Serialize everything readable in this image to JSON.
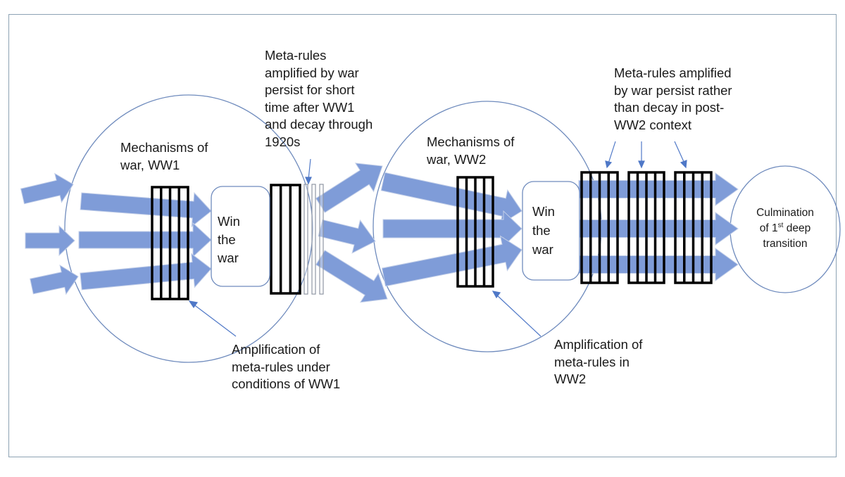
{
  "colors": {
    "arrow_fill": "#7f9cd8",
    "arrow_stroke": "#c3cfe8",
    "ellipse_stroke": "#6f8bbd",
    "frame_border": "#8da2b4",
    "bar_stroke": "#000000",
    "pointer_stroke": "#4f78c7"
  },
  "labels": {
    "mech_ww1": [
      "Mechanisms of",
      "war, WW1"
    ],
    "mech_ww2": [
      "Mechanisms of",
      "war, WW2"
    ],
    "meta_short": [
      "Meta-rules",
      "amplified by war",
      "persist for short",
      "time after WW1",
      "and decay through",
      "1920s"
    ],
    "meta_persist": [
      "Meta-rules amplified",
      "by war persist rather",
      "than decay in post-",
      "WW2 context"
    ],
    "win_ww1": [
      "Win",
      "the",
      "war"
    ],
    "win_ww2": [
      "Win",
      "the",
      "war"
    ],
    "amp_ww1": [
      "Amplification of",
      "meta-rules under",
      "conditions of WW1"
    ],
    "amp_ww2": [
      "Amplification of",
      "meta-rules in",
      "WW2"
    ],
    "culmination": {
      "line1": "Culmination",
      "line2_pre": "of 1",
      "line2_sup": "st",
      "line2_post": " deep",
      "line3": "transition"
    }
  }
}
